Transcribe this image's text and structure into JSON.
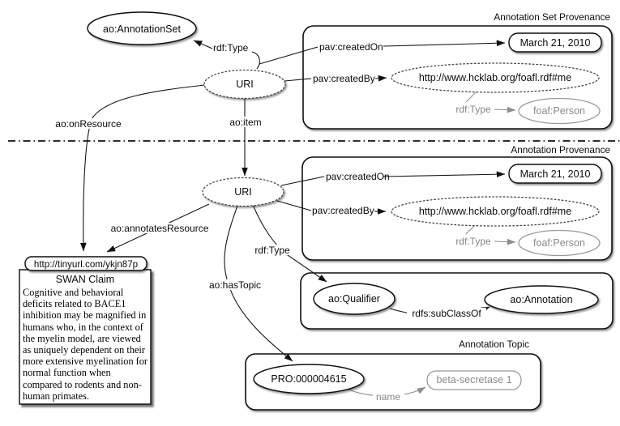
{
  "colors": {
    "ink": "#0b0b0b",
    "muted": "#8a8a8a"
  },
  "nodes": {
    "annotation_set": "ao:AnnotationSet",
    "uri_set": "URI",
    "uri_annotation": "URI"
  },
  "edges": {
    "rdf_type_set": "rdf:Type",
    "on_resource": "ao:onResource",
    "item": "ao:item",
    "annotates_resource": "ao:annotatesResource",
    "rdf_type_annotation": "rdf:Type",
    "has_topic": "ao:hasTopic"
  },
  "set_provenance": {
    "title": "Annotation Set Provenance",
    "created_on_label": "pav:createdOn",
    "created_on_value": "March 21, 2010",
    "created_by_label": "pav:createdBy",
    "created_by_value": "http://www.hcklab.org/foafl.rdf#me",
    "rdf_type_label": "rdf:Type",
    "person": "foaf:Person"
  },
  "annotation_provenance": {
    "title": "Annotation Provenance",
    "created_on_label": "pav:createdOn",
    "created_on_value": "March 21, 2010",
    "created_by_label": "pav:createdBy",
    "created_by_value": "http://www.hcklab.org/foafl.rdf#me",
    "rdf_type_label": "rdf:Type",
    "person": "foaf:Person"
  },
  "qualifier_section": {
    "qualifier": "ao:Qualifier",
    "subclass_of": "rdfs:subClassOf",
    "annotation": "ao:Annotation"
  },
  "topic_section": {
    "title": "Annotation Topic",
    "pro": "PRO:000004615",
    "name_label": "name",
    "name_value": "beta-secretase 1"
  },
  "resource": {
    "url": "http://tinyurl.com/ykjn87p",
    "claim_title": "SWAN Claim",
    "claim_text": "Cognitive and behavioral deficits related to BACE1 inhibition may be magnified in humans who, in the context of the myelin model, are viewed as uniquely dependent on their more extensive myelination for normal function when compared to rodents and non-human primates."
  }
}
